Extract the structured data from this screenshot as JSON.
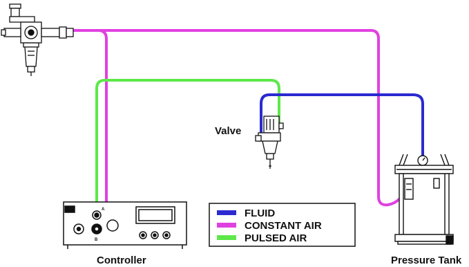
{
  "labels": {
    "valve": "Valve",
    "controller": "Controller",
    "pressure_tank": "Pressure Tank"
  },
  "controller_panel": {
    "port_a": "A",
    "port_b": "B"
  },
  "legend": {
    "items": [
      {
        "label": "FLUID",
        "color": "#2a2ad0"
      },
      {
        "label": "CONSTANT AIR",
        "color": "#e040e0"
      },
      {
        "label": "PULSED AIR",
        "color": "#5ee84a"
      }
    ]
  },
  "colors": {
    "fluid": "#2a2ad0",
    "constant_air": "#e040e0",
    "pulsed_air": "#5ee84a",
    "line_art": "#111111"
  }
}
